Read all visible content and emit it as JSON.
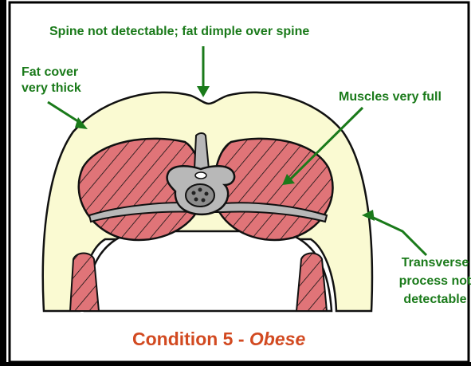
{
  "labels": {
    "spine": "Spine not detectable; fat dimple over spine",
    "fat_cover_line1": "Fat cover",
    "fat_cover_line2": "very thick",
    "muscles": "Muscles very full",
    "transverse_line1": "Transverse",
    "transverse_line2": "process not",
    "transverse_line3": "detectable"
  },
  "caption": {
    "prefix": "Condition 5 - ",
    "condition": "Obese"
  },
  "colors": {
    "label_green": "#1a7a1a",
    "caption_orange": "#d24a21",
    "fat": "#fafad2",
    "muscle": "#e07478",
    "bone": "#b8b8b8",
    "border": "#000000"
  }
}
